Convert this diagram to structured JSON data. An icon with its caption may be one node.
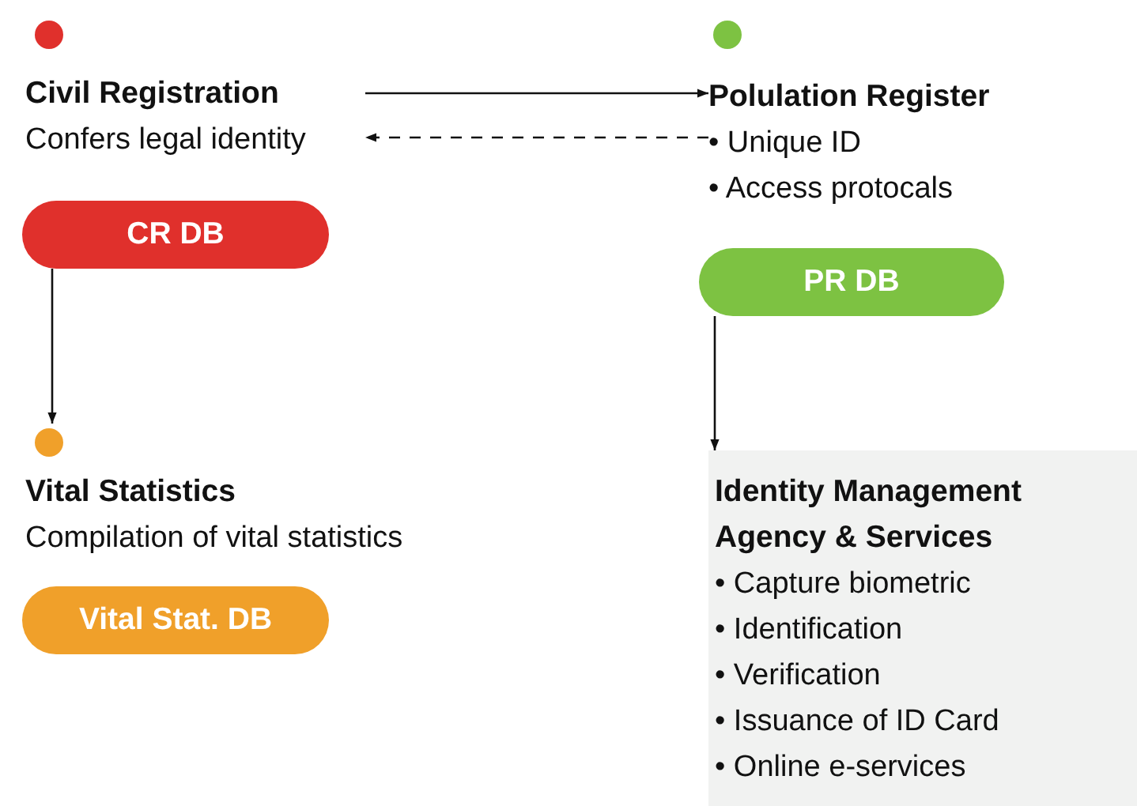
{
  "diagram": {
    "nodes": [
      {
        "text": [
          "Civil Registration",
          "Confers legal identity"
        ]
      },
      {
        "text": [
          "Polulation Register",
          "• Unique ID",
          "• Access protocals"
        ]
      },
      {
        "text": [
          "CR DB"
        ]
      },
      {
        "text": [
          "PR DB"
        ]
      },
      {
        "text": [
          "Vital Statistics",
          "Compilation of vital statistics"
        ]
      },
      {
        "text": [
          "Vital Stat. DB"
        ]
      },
      {
        "text": [
          "Identity Management Agency & Services",
          "• Capture biometric",
          "• Identification",
          "• Verification",
          "• Issuance of ID Card",
          "• Online e-services"
        ]
      }
    ],
    "edges": [
      {
        "from": 0,
        "to": 1,
        "arrow": "to"
      },
      {
        "from": 1,
        "to": 0,
        "arrow": "to",
        "style": "dashed"
      },
      {
        "from": 2,
        "to": 4,
        "arrow": "to"
      },
      {
        "from": 3,
        "to": 6,
        "arrow": "to"
      }
    ]
  }
}
